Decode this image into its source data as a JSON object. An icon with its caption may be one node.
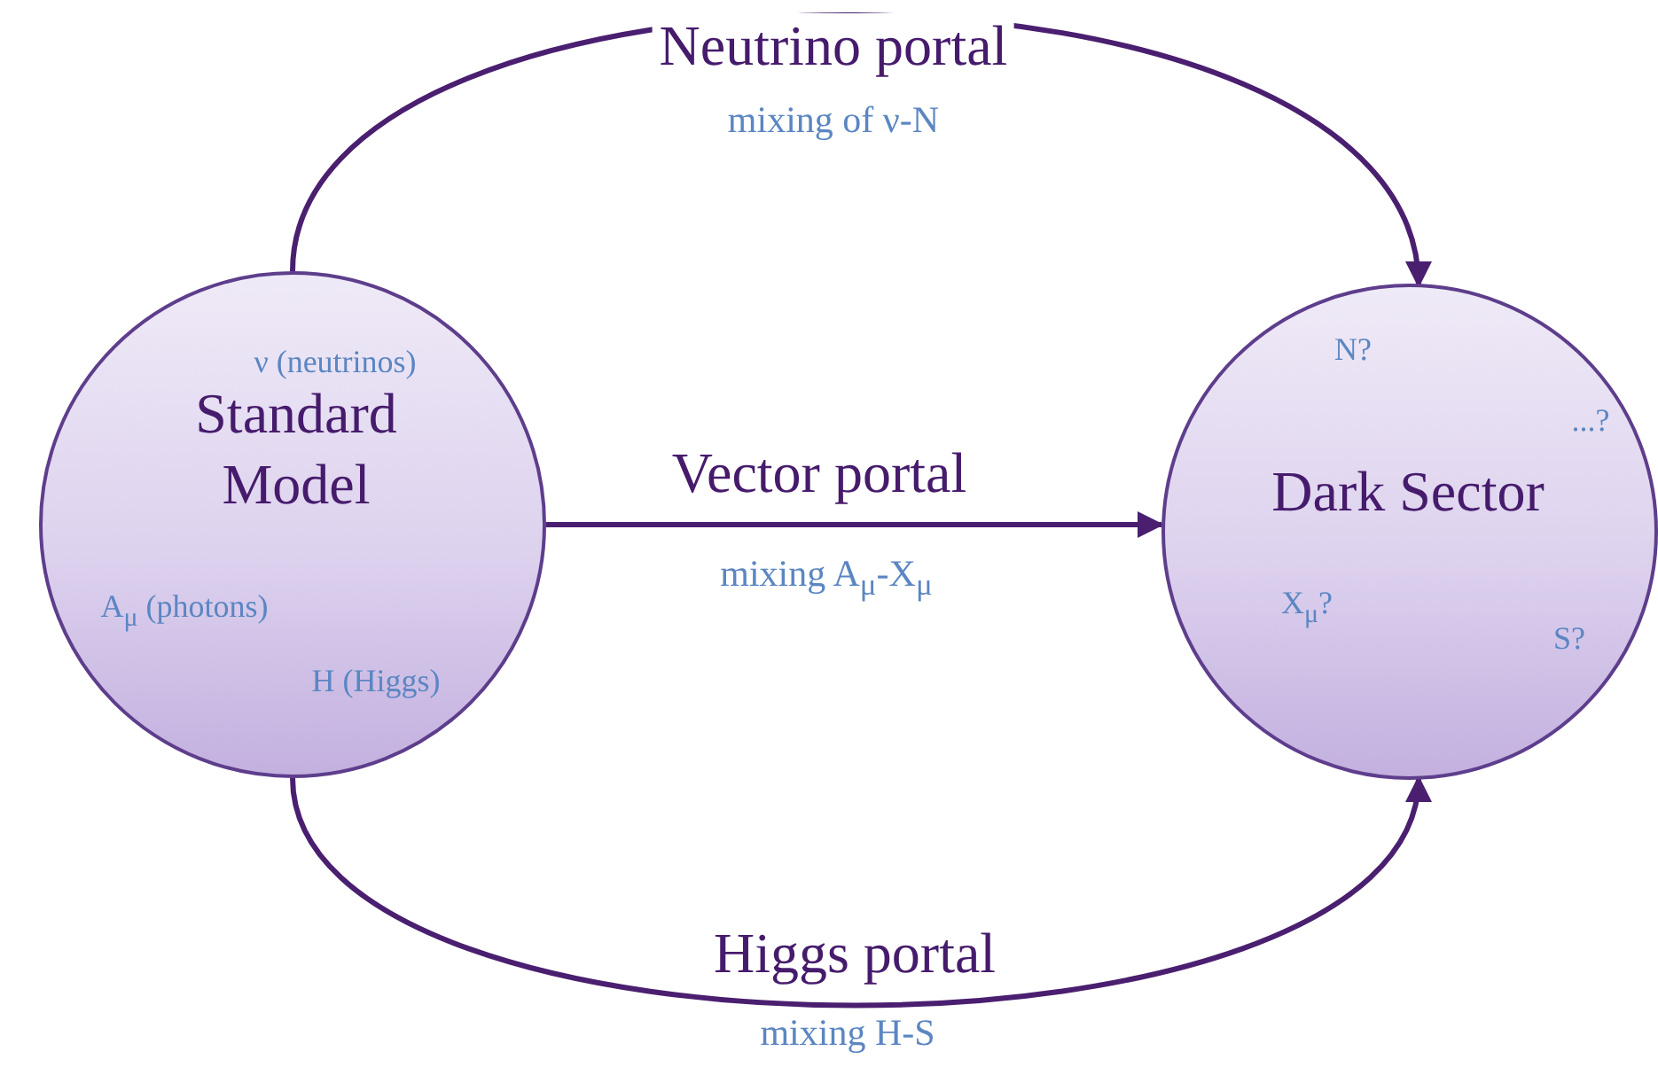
{
  "diagram": {
    "nodes": [
      {
        "text": [
          "ν (neutrinos)",
          "Standard Model",
          "A$_{μ}$ (photons)",
          "H (Higgs)"
        ]
      },
      {
        "text": [
          "N?",
          "...?",
          "Dark Sector",
          "X$_{μ}$?",
          "S?"
        ]
      }
    ],
    "edges": [
      {
        "from": 0,
        "to": 1,
        "arrow": "to",
        "label": "Neutrino portal"
      },
      {
        "from": 0,
        "to": 1,
        "arrow": "to",
        "label": "Vector portal"
      },
      {
        "from": 0,
        "to": 1,
        "arrow": "to",
        "label": "Higgs portal"
      }
    ],
    "labels": [
      "mixing of ν-N",
      "mixing A$_{μ}$-X$_{μ}$",
      "mixing H-S"
    ]
  }
}
